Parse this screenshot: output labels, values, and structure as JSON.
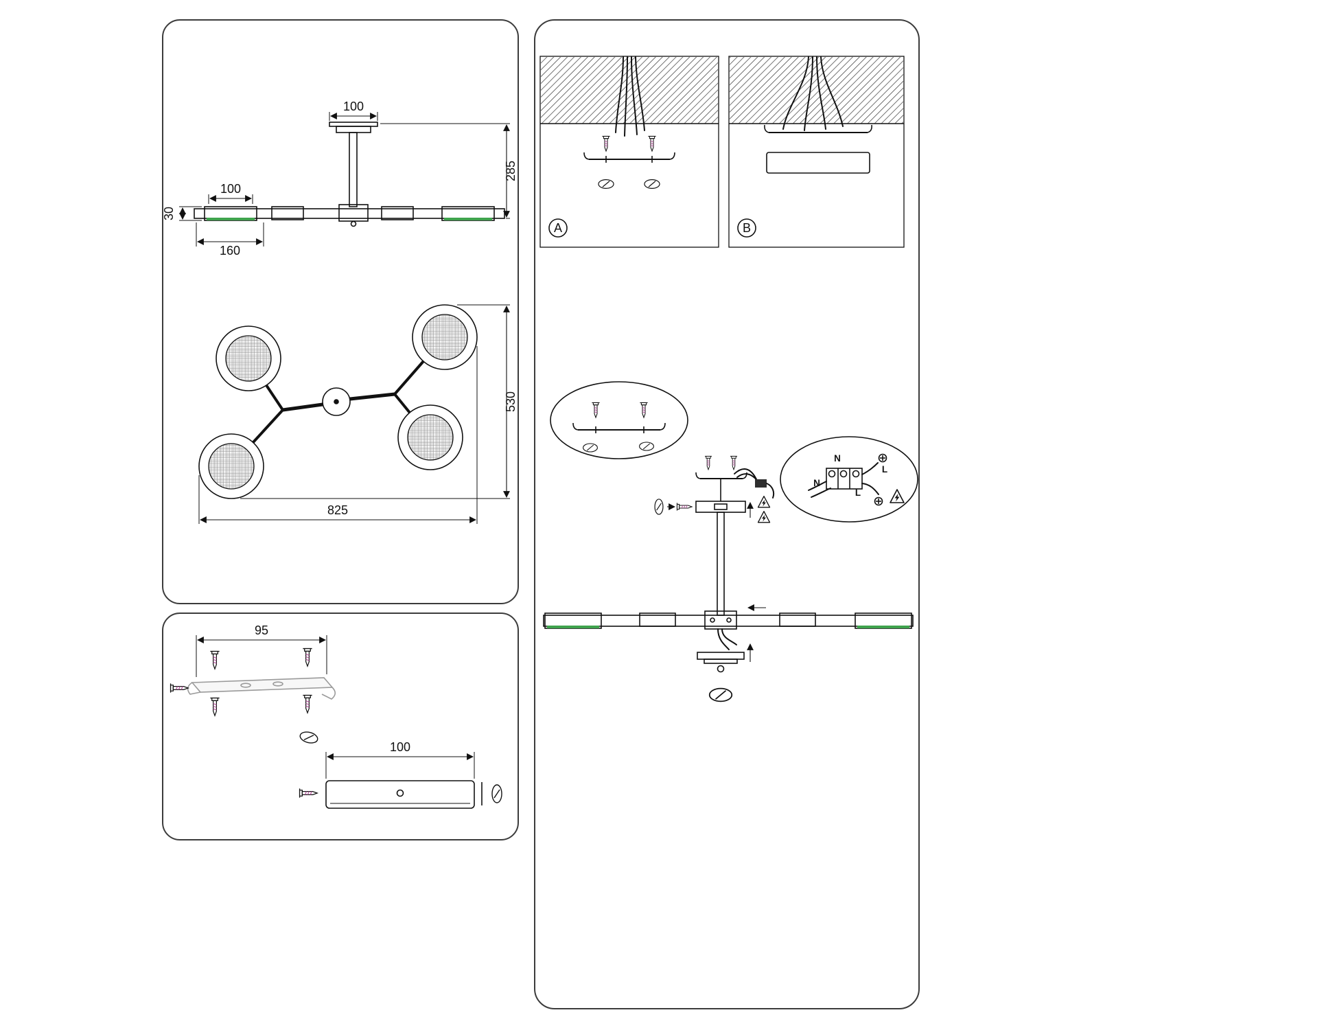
{
  "colors": {
    "line": "#111111",
    "green": "#3fa34d",
    "thread": "#b5519c"
  },
  "spec": {
    "side": {
      "canopy_width": "100",
      "height": "285",
      "thickness": "30",
      "head_width": "100",
      "head_total": "160"
    },
    "top": {
      "depth": "530",
      "width": "825"
    }
  },
  "mount": {
    "bracket_spacing": "95",
    "canopy_length": "100"
  },
  "install": {
    "a": "A",
    "b": "B",
    "n1": "N",
    "l1": "L",
    "n2": "N",
    "l2": "L"
  }
}
